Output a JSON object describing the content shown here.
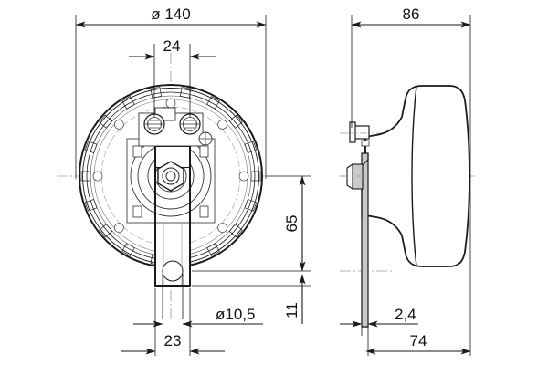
{
  "drawing": {
    "title": "Horn technical drawing - two views",
    "units": "mm",
    "line_color": "#1a1a1a",
    "center_line_color": "#9a9a9a",
    "shade_color": "#c9c9c9"
  },
  "views": {
    "front": {
      "name": "front-view",
      "label": ""
    },
    "side": {
      "name": "side-view",
      "label": ""
    }
  },
  "dimensions": {
    "diameter_outer": "ø 140",
    "terminal_spacing": "24",
    "mount_hole": "ø10,5",
    "bracket_width": "23",
    "height_center_to_bracket": "65",
    "bracket_offset": "11",
    "depth_overall": "86",
    "plate_thickness": "2,4",
    "depth_body": "74"
  }
}
